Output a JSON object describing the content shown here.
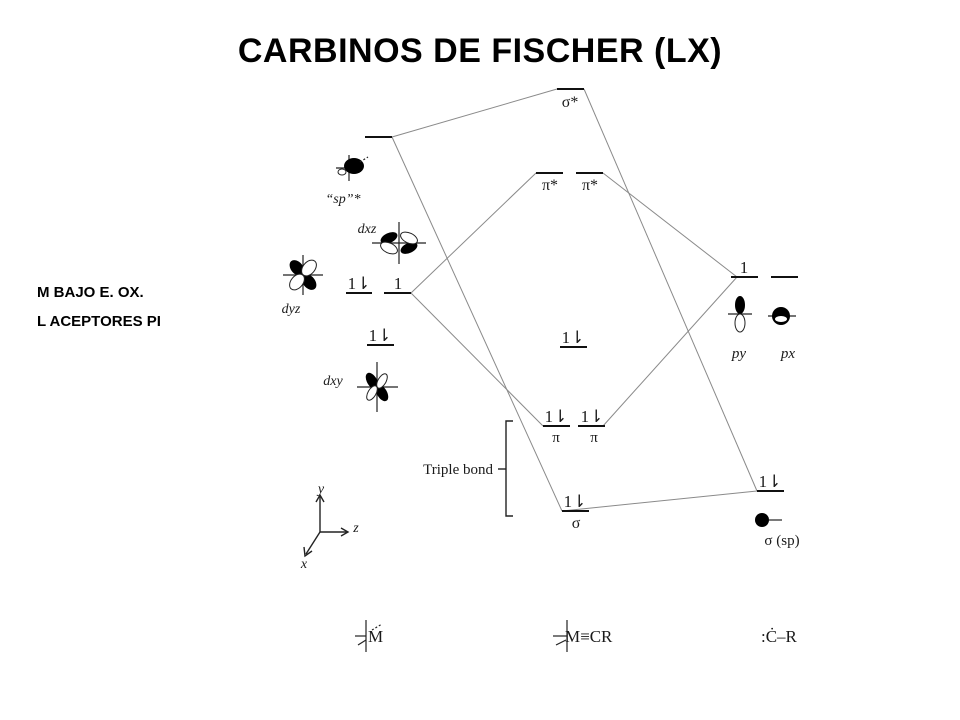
{
  "title": "CARBINOS DE FISCHER (LX)",
  "notes": [
    "M BAJO E. OX.",
    "L ACEPTORES PI"
  ],
  "diagram": {
    "labels": {
      "sigma_star": "σ*",
      "pi_star_1": "π*",
      "pi_star_2": "π*",
      "sp_star": "“sp”*",
      "dxz": "dxz",
      "dyz": "dyz",
      "dxy": "dxy",
      "py": "py",
      "px": "px",
      "pi_1": "π",
      "pi_2": "π",
      "sigma": "σ",
      "sigma_sp": "σ (sp)",
      "triple_bond": "Triple bond",
      "axis_y": "y",
      "axis_z": "z",
      "axis_x": "x",
      "metal_fragment": "M",
      "complex": "M≡CR",
      "carbyne": ":Ċ–R"
    },
    "electrons": {
      "metal_dyz": "1⇂",
      "metal_dxz": "1",
      "metal_dxy": "1⇂",
      "nonbonding_center": "1⇂",
      "pi_bond_1": "1⇂",
      "pi_bond_2": "1⇂",
      "sigma_bond": "1⇂",
      "ligand_py": "1",
      "ligand_sp": "1⇂"
    }
  }
}
